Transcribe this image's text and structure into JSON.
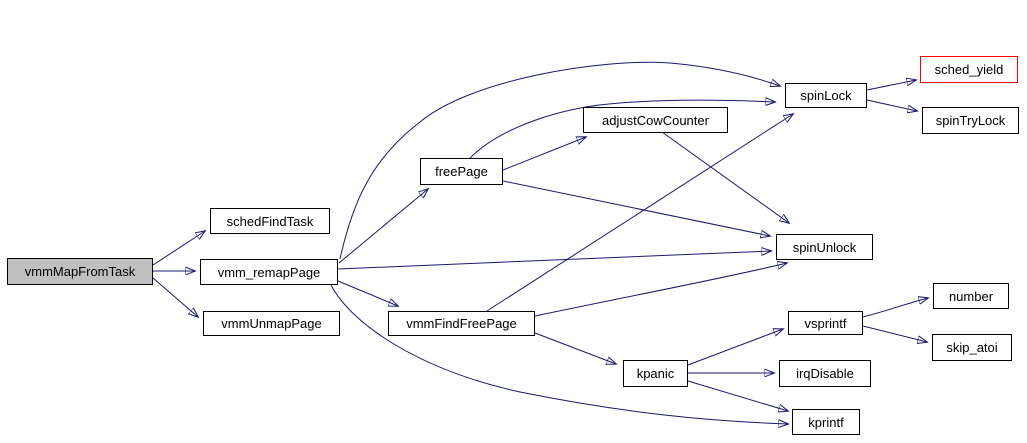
{
  "diagram": {
    "type": "call-graph",
    "background_color": "#ffffff",
    "edge_color": "#191970",
    "node_border_color": "#000000",
    "root_node_fill": "#c0c0c0",
    "external_node_border_color": "#ff0000",
    "nodes": [
      {
        "id": "vmmMapFromTask",
        "label": "vmmMapFromTask",
        "role": "root"
      },
      {
        "id": "schedFindTask",
        "label": "schedFindTask",
        "role": "normal"
      },
      {
        "id": "vmm_remapPage",
        "label": "vmm_remapPage",
        "role": "normal"
      },
      {
        "id": "vmmUnmapPage",
        "label": "vmmUnmapPage",
        "role": "normal"
      },
      {
        "id": "freePage",
        "label": "freePage",
        "role": "normal"
      },
      {
        "id": "adjustCowCounter",
        "label": "adjustCowCounter",
        "role": "normal"
      },
      {
        "id": "spinLock",
        "label": "spinLock",
        "role": "normal"
      },
      {
        "id": "sched_yield",
        "label": "sched_yield",
        "role": "external"
      },
      {
        "id": "spinTryLock",
        "label": "spinTryLock",
        "role": "normal"
      },
      {
        "id": "spinUnlock",
        "label": "spinUnlock",
        "role": "normal"
      },
      {
        "id": "vmmFindFreePage",
        "label": "vmmFindFreePage",
        "role": "normal"
      },
      {
        "id": "vsprintf",
        "label": "vsprintf",
        "role": "normal"
      },
      {
        "id": "number",
        "label": "number",
        "role": "normal"
      },
      {
        "id": "skip_atoi",
        "label": "skip_atoi",
        "role": "normal"
      },
      {
        "id": "kpanic",
        "label": "kpanic",
        "role": "normal"
      },
      {
        "id": "irqDisable",
        "label": "irqDisable",
        "role": "normal"
      },
      {
        "id": "kprintf",
        "label": "kprintf",
        "role": "normal"
      }
    ],
    "edges": [
      {
        "from": "vmmMapFromTask",
        "to": "schedFindTask"
      },
      {
        "from": "vmmMapFromTask",
        "to": "vmm_remapPage"
      },
      {
        "from": "vmmMapFromTask",
        "to": "vmmUnmapPage"
      },
      {
        "from": "vmm_remapPage",
        "to": "spinLock"
      },
      {
        "from": "vmm_remapPage",
        "to": "freePage"
      },
      {
        "from": "vmm_remapPage",
        "to": "spinUnlock"
      },
      {
        "from": "vmm_remapPage",
        "to": "vmmFindFreePage"
      },
      {
        "from": "vmm_remapPage",
        "to": "kprintf"
      },
      {
        "from": "freePage",
        "to": "spinLock"
      },
      {
        "from": "freePage",
        "to": "adjustCowCounter"
      },
      {
        "from": "freePage",
        "to": "spinUnlock"
      },
      {
        "from": "adjustCowCounter",
        "to": "spinUnlock"
      },
      {
        "from": "vmmFindFreePage",
        "to": "spinLock"
      },
      {
        "from": "vmmFindFreePage",
        "to": "spinUnlock"
      },
      {
        "from": "vmmFindFreePage",
        "to": "kpanic"
      },
      {
        "from": "spinLock",
        "to": "sched_yield"
      },
      {
        "from": "spinLock",
        "to": "spinTryLock"
      },
      {
        "from": "kpanic",
        "to": "vsprintf"
      },
      {
        "from": "kpanic",
        "to": "irqDisable"
      },
      {
        "from": "kpanic",
        "to": "kprintf"
      },
      {
        "from": "vsprintf",
        "to": "number"
      },
      {
        "from": "vsprintf",
        "to": "skip_atoi"
      }
    ]
  }
}
